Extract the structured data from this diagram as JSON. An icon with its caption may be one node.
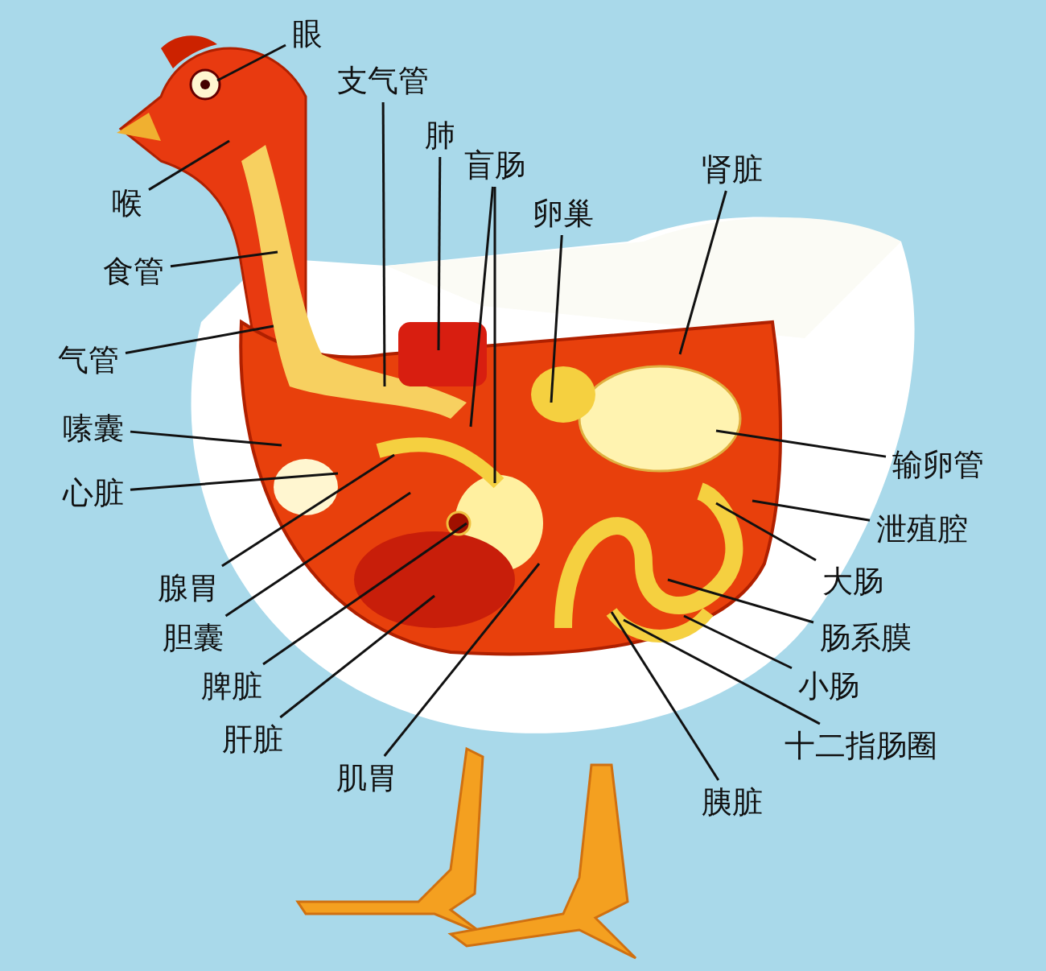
{
  "diagram": {
    "nodes": [
      {
        "text": [
          "眼"
        ]
      },
      {
        "text": [
          "支气管"
        ]
      },
      {
        "text": [
          "肺"
        ]
      },
      {
        "text": [
          "盲肠"
        ]
      },
      {
        "text": [
          "卵巢"
        ]
      },
      {
        "text": [
          "肾脏"
        ]
      },
      {
        "text": [
          "喉"
        ]
      },
      {
        "text": [
          "食管"
        ]
      },
      {
        "text": [
          "气管"
        ]
      },
      {
        "text": [
          "嗉囊"
        ]
      },
      {
        "text": [
          "心脏"
        ]
      },
      {
        "text": [
          "腺胃"
        ]
      },
      {
        "text": [
          "胆囊"
        ]
      },
      {
        "text": [
          "脾脏"
        ]
      },
      {
        "text": [
          "肝脏"
        ]
      },
      {
        "text": [
          "肌胃"
        ]
      },
      {
        "text": [
          "输卵管"
        ]
      },
      {
        "text": [
          "泄殖腔"
        ]
      },
      {
        "text": [
          "大肠"
        ]
      },
      {
        "text": [
          "肠系膜"
        ]
      },
      {
        "text": [
          "小肠"
        ]
      },
      {
        "text": [
          "十二指肠圈"
        ]
      },
      {
        "text": [
          "胰脏"
        ]
      }
    ],
    "edges": [
      {
        "from": 0,
        "to": null,
        "arrow": "none"
      },
      {
        "from": 1,
        "to": null,
        "arrow": "none"
      },
      {
        "from": 2,
        "to": null,
        "arrow": "none"
      },
      {
        "from": 3,
        "to": null,
        "arrow": "none"
      },
      {
        "from": 3,
        "to": null,
        "arrow": "none"
      },
      {
        "from": 4,
        "to": null,
        "arrow": "none"
      },
      {
        "from": 5,
        "to": null,
        "arrow": "none"
      },
      {
        "from": 6,
        "to": null,
        "arrow": "none"
      },
      {
        "from": 7,
        "to": null,
        "arrow": "none"
      },
      {
        "from": 8,
        "to": null,
        "arrow": "none"
      },
      {
        "from": 9,
        "to": null,
        "arrow": "none"
      },
      {
        "from": 10,
        "to": null,
        "arrow": "none"
      },
      {
        "from": 11,
        "to": null,
        "arrow": "none"
      },
      {
        "from": 12,
        "to": null,
        "arrow": "none"
      },
      {
        "from": 13,
        "to": null,
        "arrow": "none"
      },
      {
        "from": 14,
        "to": null,
        "arrow": "none"
      },
      {
        "from": 15,
        "to": null,
        "arrow": "none"
      },
      {
        "from": 16,
        "to": null,
        "arrow": "none"
      },
      {
        "from": 17,
        "to": null,
        "arrow": "none"
      },
      {
        "from": 18,
        "to": null,
        "arrow": "none"
      },
      {
        "from": 19,
        "to": null,
        "arrow": "none"
      },
      {
        "from": 20,
        "to": null,
        "arrow": "none"
      },
      {
        "from": 21,
        "to": null,
        "arrow": "none"
      },
      {
        "from": 22,
        "to": null,
        "arrow": "none"
      }
    ]
  }
}
